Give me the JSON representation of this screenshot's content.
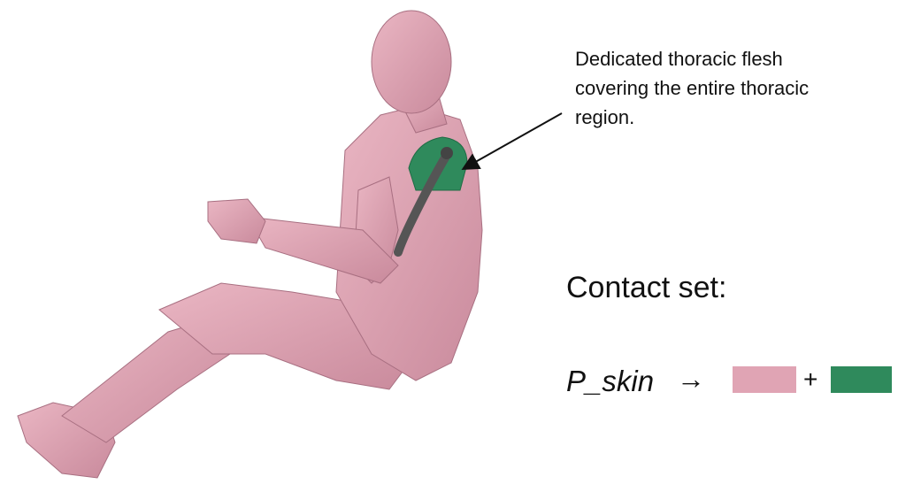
{
  "annotation": {
    "text": "Dedicated thoracic flesh\ncovering the entire thoracic\nregion."
  },
  "contact_set": {
    "title": "Contact set:",
    "part_label": "P_skin",
    "arrow": "→",
    "plus": "+"
  },
  "colors": {
    "skin": "#e0a4b4",
    "skin_shade": "#c98a9c",
    "flesh": "#2f8a5c",
    "rib_structure": "#555555"
  }
}
